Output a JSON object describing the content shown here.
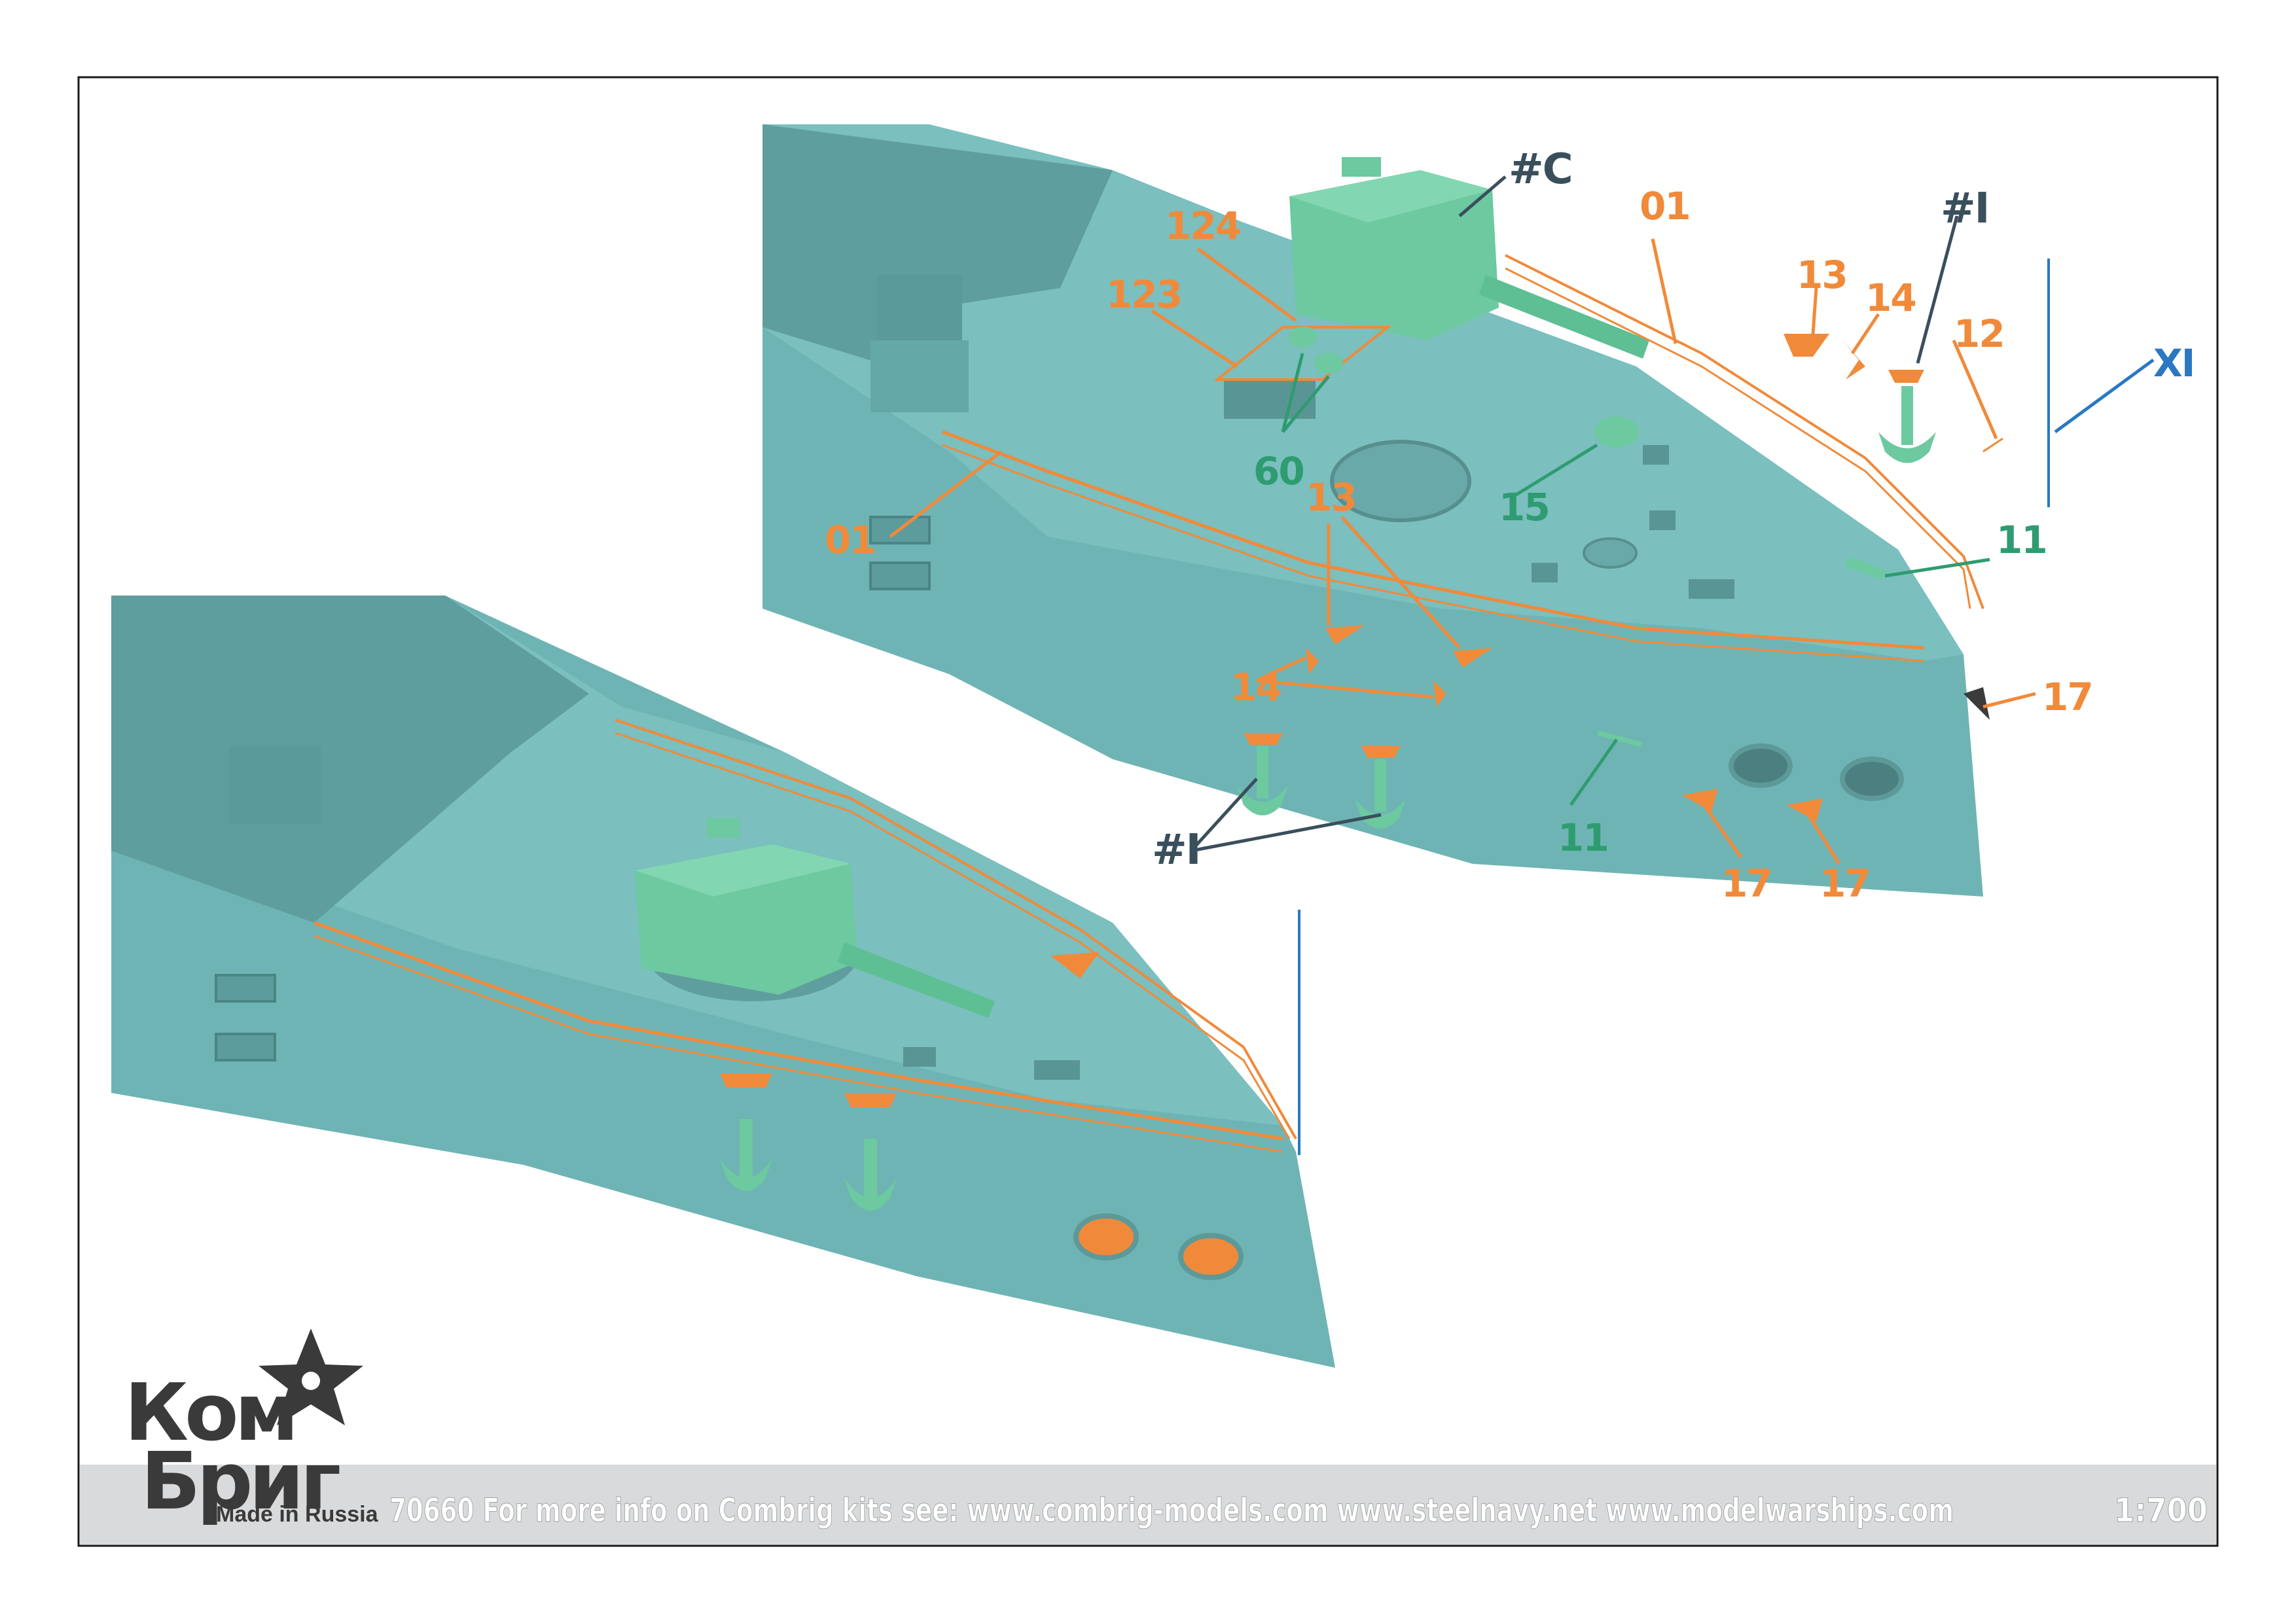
{
  "brand": {
    "logo_line1": "Ком",
    "logo_line2": "Бриг",
    "made_in": "Made in Russia"
  },
  "footer": {
    "info": "70660 For more info on Combrig kits see: www.combrig-models.com www.steelnavy.net www.modelwarships.com",
    "scale": "1:700"
  },
  "colors": {
    "hull": "#6fb4b4",
    "deck": "#79bcbc",
    "turret": "#6cc9a0",
    "pe_orange": "#f08a3a",
    "green_label": "#2e9c70",
    "dark_label": "#3a4f5c",
    "blue_label": "#2a78c2",
    "footer_band": "#d9dadb"
  },
  "callouts": {
    "c01_top": "01",
    "c01_left": "01",
    "c124": "124",
    "c123": "123",
    "c60": "60",
    "c13_mid": "13",
    "c15": "15",
    "c14_mid": "14",
    "cI_bottom": "#I",
    "c11_bottom": "11",
    "c17_a": "17",
    "c17_b": "17",
    "c17_c": "17",
    "c11_right": "11",
    "cC": "#C",
    "cI_top": "#I",
    "c13_top": "13",
    "c14_top": "14",
    "c12": "12",
    "cXI": "XI"
  }
}
